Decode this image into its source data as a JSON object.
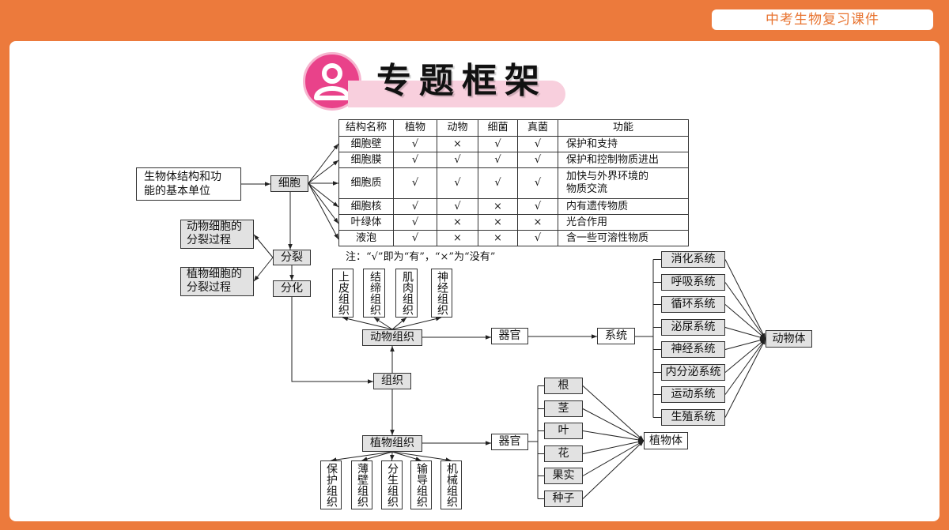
{
  "header": {
    "course_label": "中考生物复习课件"
  },
  "title": {
    "text": "专题框架",
    "icon": "person-icon"
  },
  "colors": {
    "page_background": "#EC7A3C",
    "header_text": "#E8732F",
    "icon_circle": "#E9428A",
    "title_bar": "#F8CFDD",
    "box_fill": "#E2E2E2"
  },
  "cell_table": {
    "headers": [
      "结构名称",
      "植物",
      "动物",
      "细菌",
      "真菌",
      "功能"
    ],
    "rows": [
      {
        "name": "细胞壁",
        "plant": "√",
        "animal": "×",
        "bacteria": "√",
        "fungi": "√",
        "function": "保护和支持"
      },
      {
        "name": "细胞膜",
        "plant": "√",
        "animal": "√",
        "bacteria": "√",
        "fungi": "√",
        "function": "保护和控制物质进出"
      },
      {
        "name": "细胞质",
        "plant": "√",
        "animal": "√",
        "bacteria": "√",
        "fungi": "√",
        "function": "加快与外界环境的物质交流"
      },
      {
        "name": "细胞核",
        "plant": "√",
        "animal": "√",
        "bacteria": "×",
        "fungi": "√",
        "function": "内有遗传物质"
      },
      {
        "name": "叶绿体",
        "plant": "√",
        "animal": "×",
        "bacteria": "×",
        "fungi": "×",
        "function": "光合作用"
      },
      {
        "name": "液泡",
        "plant": "√",
        "animal": "×",
        "bacteria": "×",
        "fungi": "√",
        "function": "含一些可溶性物质"
      }
    ],
    "note": "注：“√”即为“有”，“×”为“没有”"
  },
  "diagram": {
    "basic_unit": "生物体结构和功能的基本单位",
    "cell": "细胞",
    "division": "分裂",
    "differentiation": "分化",
    "animal_cell_division": "动物细胞的分裂过程",
    "plant_cell_division": "植物细胞的分裂过程",
    "tissue": "组织",
    "animal_tissue": "动物组织",
    "animal_tissues": [
      "上皮组织",
      "结缔组织",
      "肌肉组织",
      "神经组织"
    ],
    "animal_organ": "器官",
    "system": "系统",
    "systems": [
      "消化系统",
      "呼吸系统",
      "循环系统",
      "泌尿系统",
      "神经系统",
      "内分泌系统",
      "运动系统",
      "生殖系统"
    ],
    "animal_body": "动物体",
    "plant_tissue": "植物组织",
    "plant_tissues": [
      "保护组织",
      "薄壁组织",
      "分生组织",
      "输导组织",
      "机械组织"
    ],
    "plant_organ": "器官",
    "plant_organs": [
      "根",
      "茎",
      "叶",
      "花",
      "果实",
      "种子"
    ],
    "plant_body": "植物体"
  }
}
